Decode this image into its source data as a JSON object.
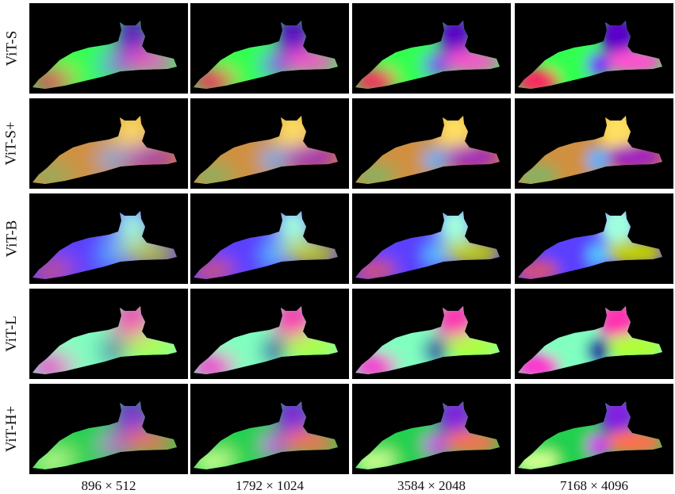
{
  "rows": [
    {
      "label": "ViT-S",
      "palette": [
        "#5a00c8",
        "#30ff50",
        "#ff50d0",
        "#ff2060",
        "#7030ff"
      ]
    },
    {
      "label": "ViT-S+",
      "palette": [
        "#ffe060",
        "#d09040",
        "#a020c0",
        "#8ab060",
        "#60b0ff"
      ]
    },
    {
      "label": "ViT-B",
      "palette": [
        "#a0ffe0",
        "#5a40ff",
        "#c0d000",
        "#d05080",
        "#50c0ff"
      ]
    },
    {
      "label": "ViT-L",
      "palette": [
        "#ff30b0",
        "#80ffc0",
        "#b0ff30",
        "#ff30d0",
        "#1010a0"
      ]
    },
    {
      "label": "ViT-H+",
      "palette": [
        "#8020e0",
        "#20d050",
        "#ff7050",
        "#d0ff90",
        "#d040f0"
      ]
    }
  ],
  "columns": [
    {
      "label": "896 × 512"
    },
    {
      "label": "1792 × 1024"
    },
    {
      "label": "3584 × 2048"
    },
    {
      "label": "7168 × 4096"
    }
  ]
}
